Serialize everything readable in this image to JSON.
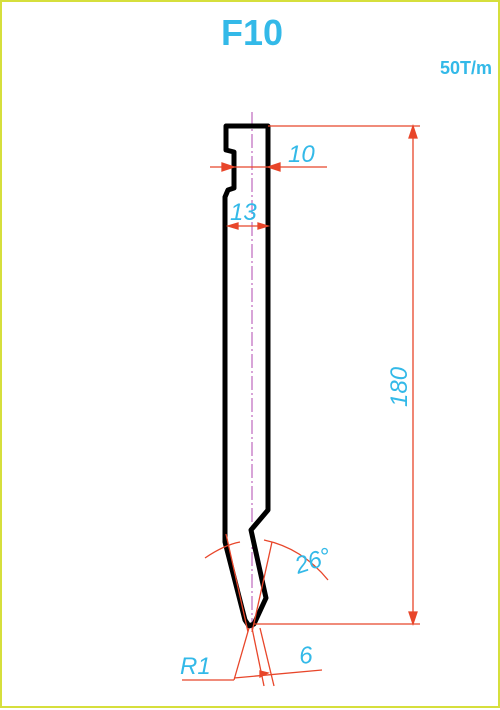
{
  "title": "F10",
  "capacity": "50T/m",
  "dimensions": {
    "top_width": "10",
    "neck_width": "13",
    "height": "180",
    "angle": "26°",
    "radius": "R1",
    "tip_width": "6"
  },
  "colors": {
    "title": "#33b9e8",
    "dimension_line": "#e8462a",
    "outline": "#000000",
    "centerline": "#b24ab0",
    "frame": "#d6df3c"
  }
}
